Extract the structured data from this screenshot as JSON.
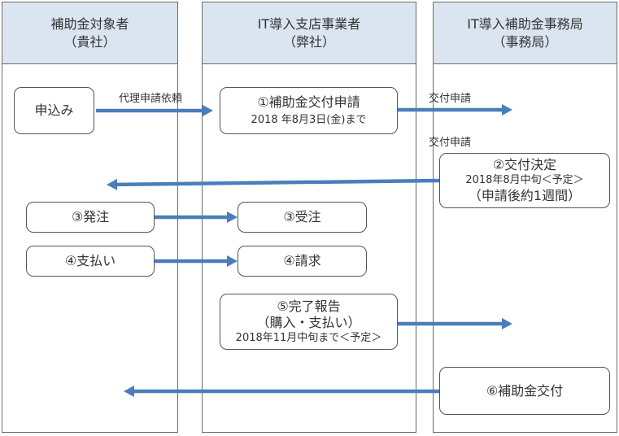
{
  "lanes": [
    {
      "title": "補助金対象者",
      "subtitle": "（貴社）"
    },
    {
      "title": "IT導入支店事業者",
      "subtitle": "（弊社）"
    },
    {
      "title": "IT導入補助金事務局",
      "subtitle": "（事務局）"
    }
  ],
  "steps": {
    "apply": {
      "label": "申込み"
    },
    "step1": {
      "title": "①補助金交付申請",
      "detail": "2018 年8月3日(金)まで"
    },
    "step2": {
      "title": "②交付決定",
      "detail": "2018年8月中旬＜予定＞",
      "note": "（申請後約1週間）"
    },
    "step3_order": {
      "label": "③発注"
    },
    "step3_receive": {
      "label": "③受注"
    },
    "step4_pay": {
      "label": "④支払い"
    },
    "step4_invoice": {
      "label": "④請求"
    },
    "step5": {
      "title": "⑤完了報告",
      "sub": "（購入・支払い）",
      "detail": "2018年11月中旬まで＜予定＞"
    },
    "step6": {
      "label": "⑥補助金交付"
    }
  },
  "arrow_labels": {
    "proxy_request": "代理申請依頼",
    "grant_application_1": "交付申請",
    "grant_application_2": "交付申請"
  },
  "colors": {
    "arrow": "#4a7ebb",
    "header_bg": "#dbe5f1",
    "border": "#6b6b6b"
  }
}
